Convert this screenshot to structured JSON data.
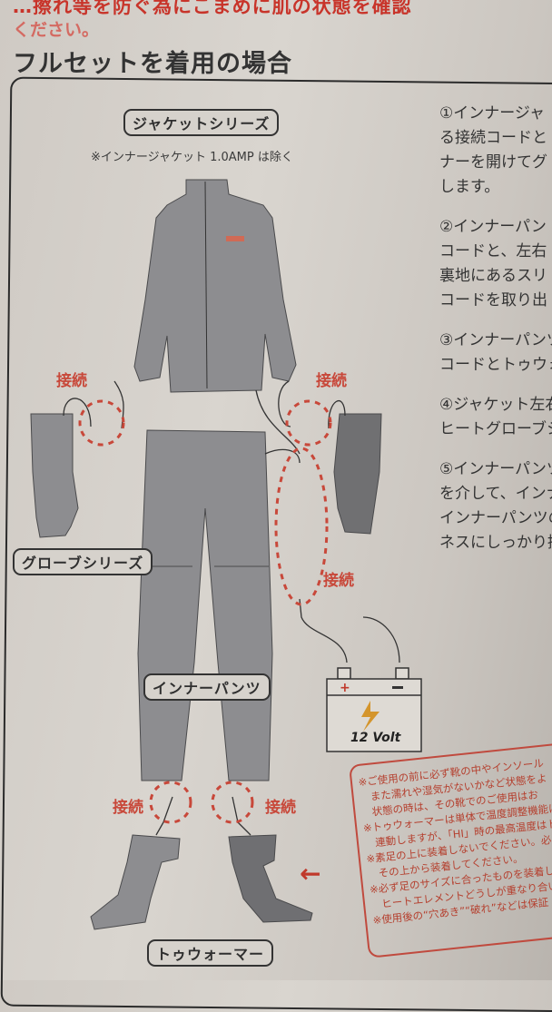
{
  "header": {
    "red_notice_line1": "…擦れ等を防ぐ為にこまめに肌の状態を確認",
    "red_notice_line2": "ください。",
    "section_title": "フルセットを着用の場合"
  },
  "labels": {
    "jacket_series": "ジャケットシリーズ",
    "jacket_note": "※インナージャケット 1.0AMP は除く",
    "glove_series": "グローブシリーズ",
    "inner_pants": "インナーパンツ",
    "toe_warmer": "トゥウォーマー",
    "connection": "接続",
    "battery_voltage": "12 Volt",
    "battery_plus": "+",
    "battery_minus": "−"
  },
  "steps": [
    {
      "line1": "①インナージャ",
      "line2": "る接続コードと",
      "line3": "ナーを開けてグ",
      "line4": "します。"
    },
    {
      "line1": "②インナーパン",
      "line2": "コードと、左右",
      "line3": "裏地にあるスリ",
      "line4": "コードを取り出"
    },
    {
      "line1": "③インナーパンツ",
      "line2": "コードとトゥウォ"
    },
    {
      "line1": "④ジャケット左右",
      "line2": "ヒートグローブシ"
    },
    {
      "line1": "⑤インナーパンツ",
      "line2": "を介して、インナ",
      "line3": "インナーパンツの",
      "line4": "ネスにしっかり接"
    }
  ],
  "warnings": [
    "※ご使用の前に必ず靴の中やインソール",
    "　また濡れや湿気がないかなど状態をよ",
    "　状態の時は、その靴でのご使用はお",
    "※トゥウォーマーは単体で温度調整機能は",
    "　連動しますが、「HI」時の最高温度はト",
    "※素足の上に装着しないでください。必",
    "　その上から装着してください。",
    "※必ず足のサイズに合ったものを装着して",
    "　ヒートエレメントどうしが重なり合い",
    "※使用後の“穴あき”“破れ”などは保証"
  ],
  "colors": {
    "accent_red": "#c8483a",
    "garment_gray": "#8c8c8e",
    "paper": "#d4d0ca"
  }
}
